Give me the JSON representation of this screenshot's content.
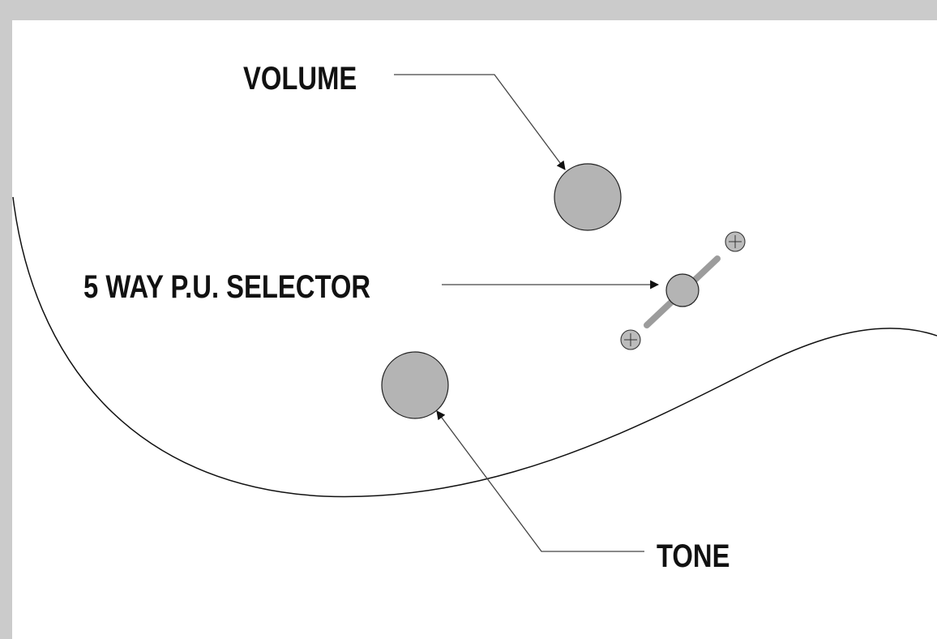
{
  "labels": {
    "volume": "VOLUME",
    "selector": "5 WAY P.U. SELECTOR",
    "tone": "TONE"
  },
  "colors": {
    "background_border": "#cbcbcb",
    "canvas": "#ffffff",
    "knob_fill": "#b4b4b4",
    "outline": "#111111"
  },
  "icons": {
    "volume_knob": "volume-knob-icon",
    "tone_knob": "tone-knob-icon",
    "selector_switch": "pickup-selector-icon",
    "mounting_screw": "screw-icon"
  }
}
